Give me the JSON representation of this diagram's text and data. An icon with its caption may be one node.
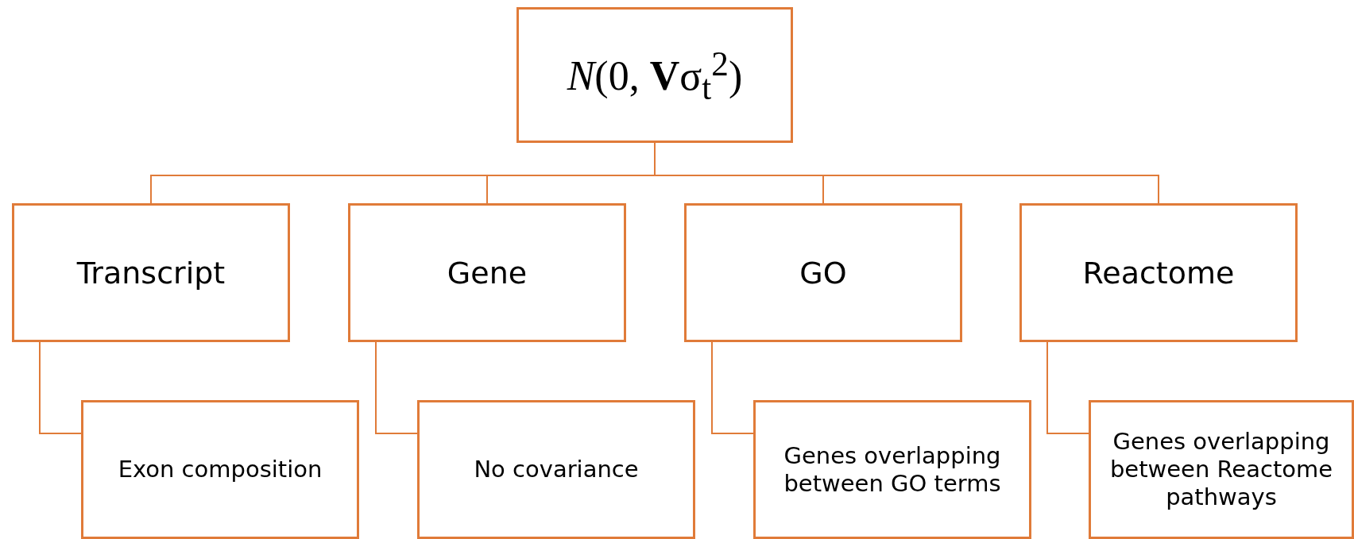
{
  "diagram": {
    "nodes": [
      {
        "text": [
          "*N*(0, **V**σ$_{t}$$^{2}$)"
        ]
      },
      {
        "text": [
          "Transcript"
        ]
      },
      {
        "text": [
          "Gene"
        ]
      },
      {
        "text": [
          "GO"
        ]
      },
      {
        "text": [
          "Reactome"
        ]
      },
      {
        "text": [
          "Exon composition"
        ]
      },
      {
        "text": [
          "No covariance"
        ]
      },
      {
        "text": [
          "Genes overlapping between GO terms"
        ]
      },
      {
        "text": [
          "Genes overlapping between Reactome pathways"
        ]
      }
    ],
    "edges": [
      {
        "from": 0,
        "to": 1,
        "arrow": "none"
      },
      {
        "from": 0,
        "to": 2,
        "arrow": "none"
      },
      {
        "from": 0,
        "to": 3,
        "arrow": "none"
      },
      {
        "from": 0,
        "to": 4,
        "arrow": "none"
      },
      {
        "from": 1,
        "to": 5,
        "arrow": "none"
      },
      {
        "from": 2,
        "to": 6,
        "arrow": "none"
      },
      {
        "from": 3,
        "to": 7,
        "arrow": "none"
      },
      {
        "from": 4,
        "to": 8,
        "arrow": "none"
      }
    ]
  }
}
